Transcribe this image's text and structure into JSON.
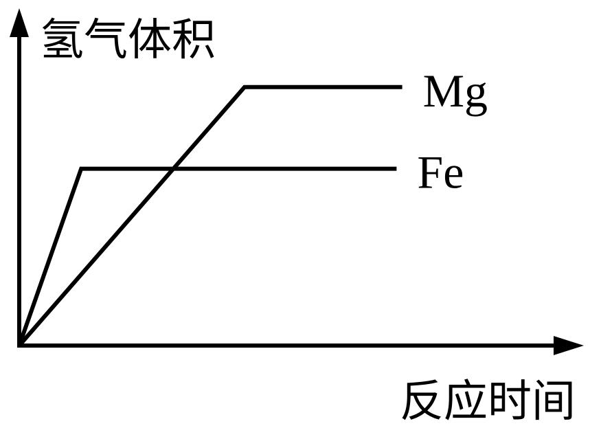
{
  "chart_data": {
    "type": "line",
    "title": "",
    "ylabel": "氢气体积",
    "xlabel": "反应时间",
    "xlim": [
      0,
      10
    ],
    "ylim": [
      0,
      10
    ],
    "grid": false,
    "legend": "inline-right",
    "series": [
      {
        "name": "Mg",
        "x": [
          0,
          4.0,
          6.8
        ],
        "y": [
          0,
          7.6,
          7.6
        ]
      },
      {
        "name": "Fe",
        "x": [
          0,
          1.1,
          6.7
        ],
        "y": [
          0,
          5.2,
          5.2
        ]
      }
    ]
  },
  "colors": {
    "line": "#000000",
    "background": "#ffffff"
  }
}
